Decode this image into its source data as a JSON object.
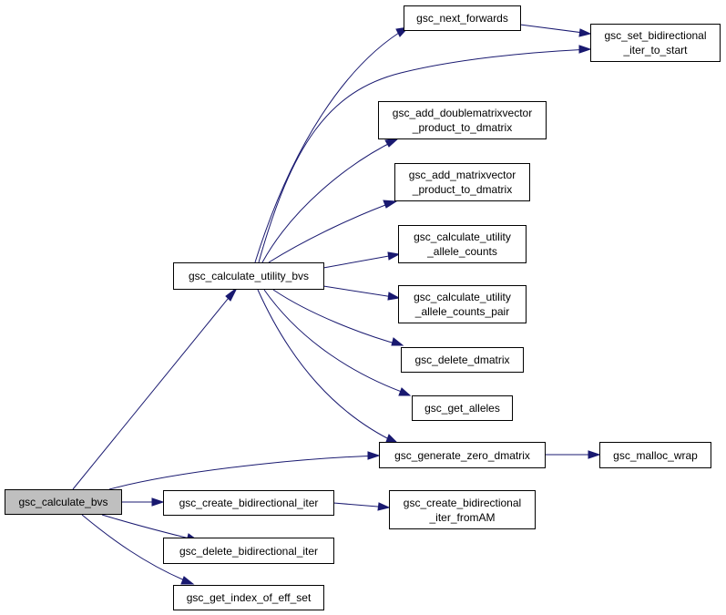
{
  "graph": {
    "root": "gsc_calculate_bvs",
    "colors": {
      "edge": "#191970",
      "node_border": "#000000",
      "root_fill": "#bfbfbf",
      "node_fill": "#ffffff"
    },
    "nodes": {
      "n_calc_bvs": {
        "lines": [
          "gsc_calculate_bvs"
        ]
      },
      "n_calc_util_bvs": {
        "lines": [
          "gsc_calculate_utility_bvs"
        ]
      },
      "n_next_fwd": {
        "lines": [
          "gsc_next_forwards"
        ]
      },
      "n_set_bidir": {
        "lines": [
          "gsc_set_bidirectional",
          "_iter_to_start"
        ]
      },
      "n_add_dbl": {
        "lines": [
          "gsc_add_doublematrixvector",
          "_product_to_dmatrix"
        ]
      },
      "n_add_mat": {
        "lines": [
          "gsc_add_matrixvector",
          "_product_to_dmatrix"
        ]
      },
      "n_allele_counts": {
        "lines": [
          "gsc_calculate_utility",
          "_allele_counts"
        ]
      },
      "n_allele_pair": {
        "lines": [
          "gsc_calculate_utility",
          "_allele_counts_pair"
        ]
      },
      "n_delete_dm": {
        "lines": [
          "gsc_delete_dmatrix"
        ]
      },
      "n_get_alleles": {
        "lines": [
          "gsc_get_alleles"
        ]
      },
      "n_gen_zero": {
        "lines": [
          "gsc_generate_zero_dmatrix"
        ]
      },
      "n_malloc": {
        "lines": [
          "gsc_malloc_wrap"
        ]
      },
      "n_create_bidir": {
        "lines": [
          "gsc_create_bidirectional_iter"
        ]
      },
      "n_create_fromAM": {
        "lines": [
          "gsc_create_bidirectional",
          "_iter_fromAM"
        ]
      },
      "n_delete_bidir": {
        "lines": [
          "gsc_delete_bidirectional_iter"
        ]
      },
      "n_get_index": {
        "lines": [
          "gsc_get_index_of_eff_set"
        ]
      }
    }
  }
}
